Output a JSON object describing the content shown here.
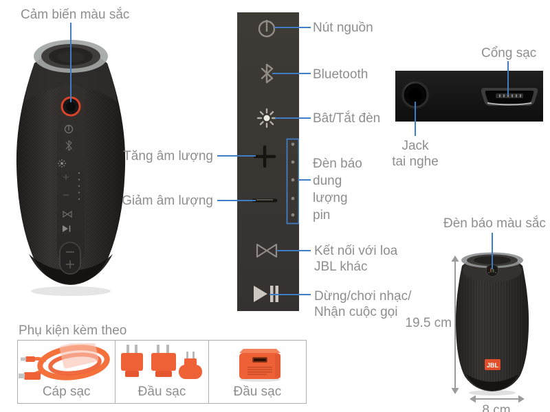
{
  "figure": {
    "left_speaker": {
      "sensor_label": "Cảm biến màu sắc"
    },
    "control_panel": {
      "labels": {
        "power": "Nút nguồn",
        "bluetooth": "Bluetooth",
        "light": "Bât/Tắt đèn",
        "volume_up": "Tăng âm lượng",
        "volume_down": "Giảm âm lượng",
        "battery_l1": "Đèn báo",
        "battery_l2": "dung",
        "battery_l3": "lượng",
        "battery_l4": "pin",
        "link_l1": "Kết nối với loa",
        "link_l2": "JBL khác",
        "play_l1": "Dừng/chơi nhạc/",
        "play_l2": "Nhận cuộc gọi"
      }
    },
    "ports": {
      "charge_port": "Cổng sạc",
      "jack_l1": "Jack",
      "jack_l2": "tai nghe"
    },
    "small_speaker": {
      "light_label": "Đèn báo màu sắc",
      "height": "19.5 cm",
      "width": "8 cm",
      "logo": "JBL"
    },
    "accessories": {
      "title": "Phụ kiện kèm theo",
      "items": [
        "Cáp sạc",
        "Đầu sạc",
        "Đầu sạc"
      ]
    }
  },
  "colors": {
    "accent_blue": "#3f7ec6",
    "label_gray": "#8e8e8e",
    "panel_dark": "#3a3632",
    "accessory_orange": "#ee5f35",
    "button_ring_red": "#d8432a"
  }
}
